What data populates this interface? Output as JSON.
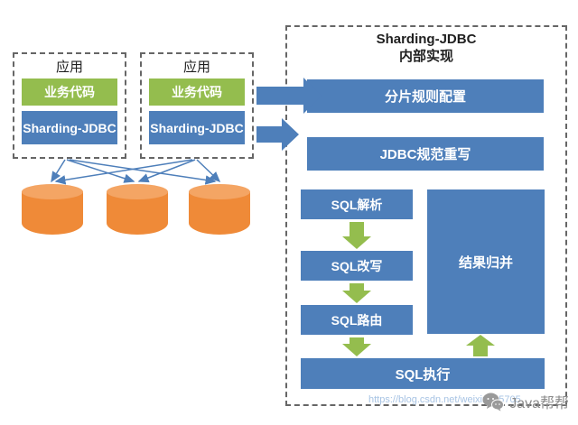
{
  "apps": [
    {
      "title": "应用",
      "code_label": "业务代码",
      "jdbc_label": "Sharding-JDBC"
    },
    {
      "title": "应用",
      "code_label": "业务代码",
      "jdbc_label": "Sharding-JDBC"
    }
  ],
  "panel": {
    "title_line1": "Sharding-JDBC",
    "title_line2": "内部实现",
    "config_bar": "分片规则配置",
    "rewrite_bar": "JDBC规范重写",
    "pipeline": [
      "SQL解析",
      "SQL改写",
      "SQL路由"
    ],
    "merge": "结果归并",
    "execute": "SQL执行"
  },
  "databases": {
    "count": 3,
    "shape": "cylinder"
  },
  "watermark": {
    "brand": "Java帮帮",
    "icon": "wechat-icon",
    "url": "https://blog.csdn.net/weixin_45705"
  },
  "colors": {
    "blue": "#4e7fba",
    "green": "#94bd4e",
    "orange": "#ef8a38",
    "dash": "#666666",
    "text": "#1f1f1f",
    "wm": "#8c8c8c",
    "url": "#a8c4e4"
  }
}
